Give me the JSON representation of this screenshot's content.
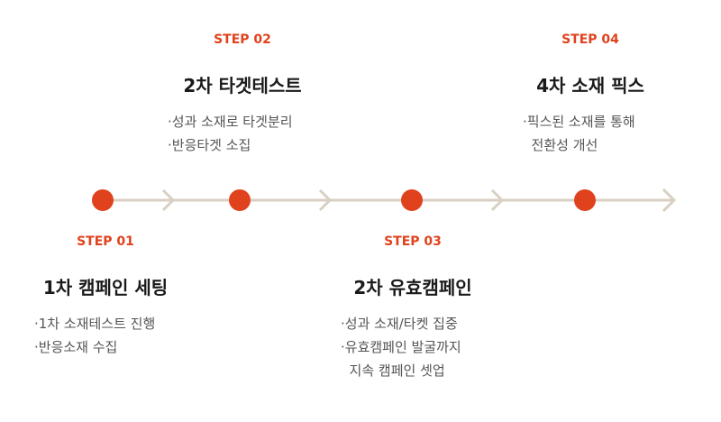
{
  "colors": {
    "accent": "#e0421d",
    "line": "#d9cfc3",
    "title": "#1a1a1a",
    "text": "#555555"
  },
  "steps": [
    {
      "label": "STEP 01",
      "title": "1차 캠페인 세팅",
      "bullets": [
        "·1차 소재테스트 진행",
        "·반응소재 수집"
      ]
    },
    {
      "label": "STEP 02",
      "title": "2차 타겟테스트",
      "bullets": [
        "·성과 소재로 타겟분리",
        "·반응타겟 소집"
      ]
    },
    {
      "label": "STEP 03",
      "title": "2차 유효캠페인",
      "bullets": [
        "·성과 소재/타켓 집중",
        "·유효캠페인 발굴까지",
        "  지속 캠페인 셋업"
      ]
    },
    {
      "label": "STEP 04",
      "title": "4차 소재 픽스",
      "bullets": [
        "·픽스된 소재를 통해",
        "  전환성 개선"
      ]
    }
  ]
}
